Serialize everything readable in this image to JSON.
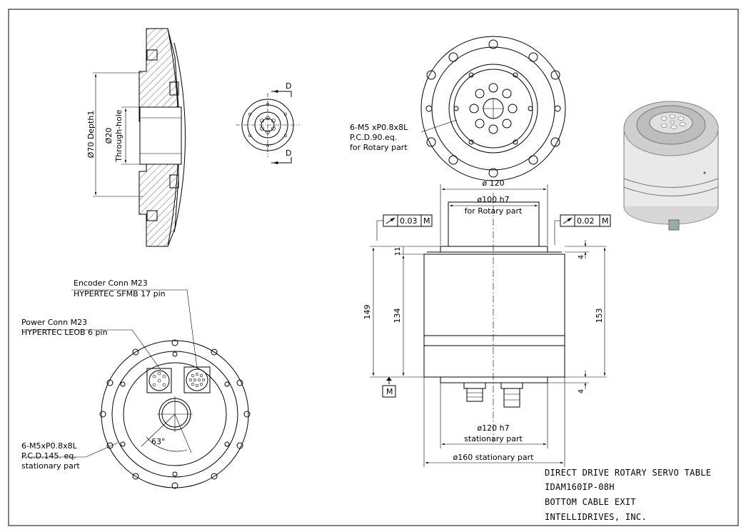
{
  "detail_section": {
    "dim_depth": "Ø70 Depth1",
    "dim_through_value": "Ø20",
    "dim_through_label": "Through-hole"
  },
  "small_view": {
    "section_mark_top": "D",
    "section_mark_bottom": "D"
  },
  "top_view": {
    "note_line1": "6-M5 xP0.8x8L",
    "note_line2": "P.C.D.90.eq.",
    "note_line3": "for Rotary part"
  },
  "bottom_view": {
    "encoder_line1": "Encoder Conn M23",
    "encoder_line2": "HYPERTEC SFMB 17 pin",
    "power_line1": "Power Conn M23",
    "power_line2": "HYPERTEC LEOB 6 pin",
    "note_line1": "6-M5xP0.8x8L",
    "note_line2": "P.C.D.145. eq.",
    "note_line3": "stationary part",
    "angle": "63°"
  },
  "side_view": {
    "dia_top": "ø 120",
    "dia_rotary_1": "ø100 h7",
    "dia_rotary_2": "for Rotary part",
    "tol_left_value": "0.03",
    "tol_left_datum": "M",
    "tol_right_value": "0.02",
    "tol_right_datum": "M",
    "datum_label": "M",
    "dim_11": "11",
    "dim_4_top": "4",
    "dim_149": "149",
    "dim_134": "134",
    "dim_153": "153",
    "dim_4_bottom": "4",
    "dia_stationary_1": "ø120 h7",
    "dia_stationary_2": "stationary part",
    "dia_160": "ø160 stationary part"
  },
  "title_block": {
    "line1": "DIRECT DRIVE ROTARY SERVO TABLE",
    "line2": "IDAM160IP-08H",
    "line3": "BOTTOM CABLE EXIT",
    "line4": "INTELLIDRIVES, INC."
  }
}
